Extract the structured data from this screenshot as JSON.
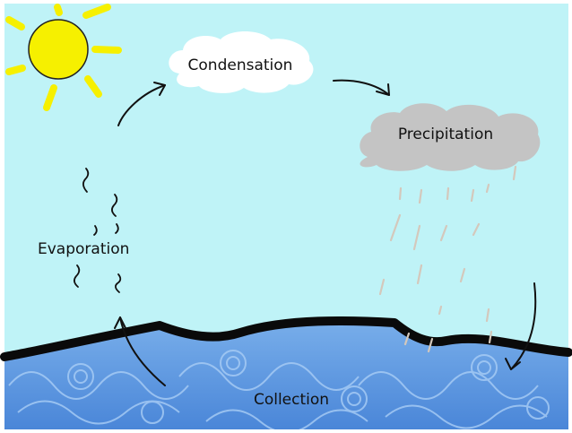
{
  "labels": {
    "evaporation": "Evaporation",
    "condensation": "Condensation",
    "precipitation": "Precipitation",
    "collection": "Collection"
  },
  "icons": [
    "sun-icon",
    "cloud-icon",
    "rain-cloud-icon",
    "arrow-icon",
    "vapor-squiggle",
    "raindrop"
  ],
  "colors": {
    "sky": "#bff3f7",
    "sun": "#f6f000",
    "cloud": "#ffffff",
    "rain_cloud": "#c4c4c4",
    "water": "#5c95e2",
    "water_light": "#9cc3f2",
    "ground_line": "#0a0a0a",
    "rain": "#d4c8bc",
    "arrow": "#111111"
  }
}
